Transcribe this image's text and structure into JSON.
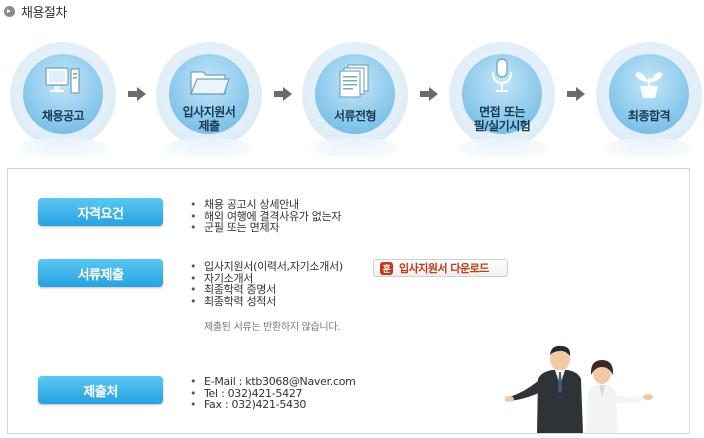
{
  "header": {
    "title": "채용절차"
  },
  "steps": [
    {
      "label": "채용공고",
      "icon": "computer-icon"
    },
    {
      "label": "입사지원서\n제출",
      "icon": "folder-icon"
    },
    {
      "label": "서류전형",
      "icon": "document-icon"
    },
    {
      "label": "면접 또는\n필/실기시험",
      "icon": "microphone-icon"
    },
    {
      "label": "최종합격",
      "icon": "plant-icon"
    }
  ],
  "sections": {
    "qualification": {
      "label": "자격요건",
      "items": [
        "채용 공고시 상세안내",
        "해외 여행에 결격사유가 없는자",
        "군필 또는 면제자"
      ]
    },
    "documents": {
      "label": "서류제출",
      "items": [
        "입사지원서(이력서,자기소개서)",
        "자기소개서",
        "최종학력 증명서",
        "최종학력 성적서"
      ],
      "note": "제출된 서류는 반환하지 않습니다.",
      "download": {
        "label": "입사지원서 다운로드",
        "icon_text": "훈"
      }
    },
    "contact": {
      "label": "제출처",
      "items": [
        "E-Mail : ktb3068@Naver.com",
        "Tel : 032)421-5427",
        "Fax : 032)421-5430"
      ]
    }
  },
  "colors": {
    "accent": "#26a2e2",
    "step_circle": "#8fcbed",
    "arrow": "#6b6b6b",
    "download_text": "#c23a12"
  }
}
